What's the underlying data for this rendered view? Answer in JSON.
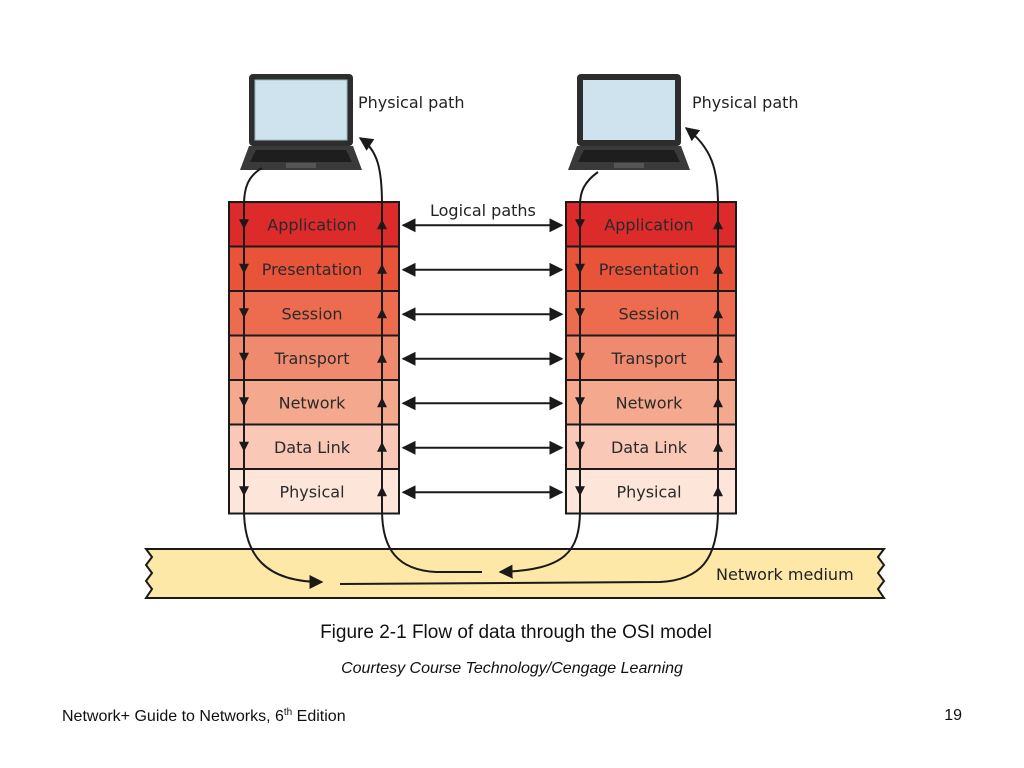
{
  "diagram": {
    "physical_path_label": "Physical path",
    "logical_paths_label": "Logical paths",
    "network_medium_label": "Network medium",
    "layers": [
      "Application",
      "Presentation",
      "Session",
      "Transport",
      "Network",
      "Data Link",
      "Physical"
    ],
    "layer_colors": [
      "#dd2a2a",
      "#e8533a",
      "#ed6c50",
      "#f08a6e",
      "#f4a88e",
      "#f9c8b6",
      "#fde5da"
    ],
    "medium_color": "#fde8a8",
    "icons": [
      "laptop-icon",
      "laptop-icon"
    ]
  },
  "caption": {
    "figure": "Figure 2-1 Flow of data through the OSI model",
    "courtesy": "Courtesy Course Technology/Cengage Learning"
  },
  "footer": {
    "title": "Network+ Guide to Networks, 6",
    "title_sup": "th",
    "title_suffix": " Edition",
    "page_number": "19"
  }
}
